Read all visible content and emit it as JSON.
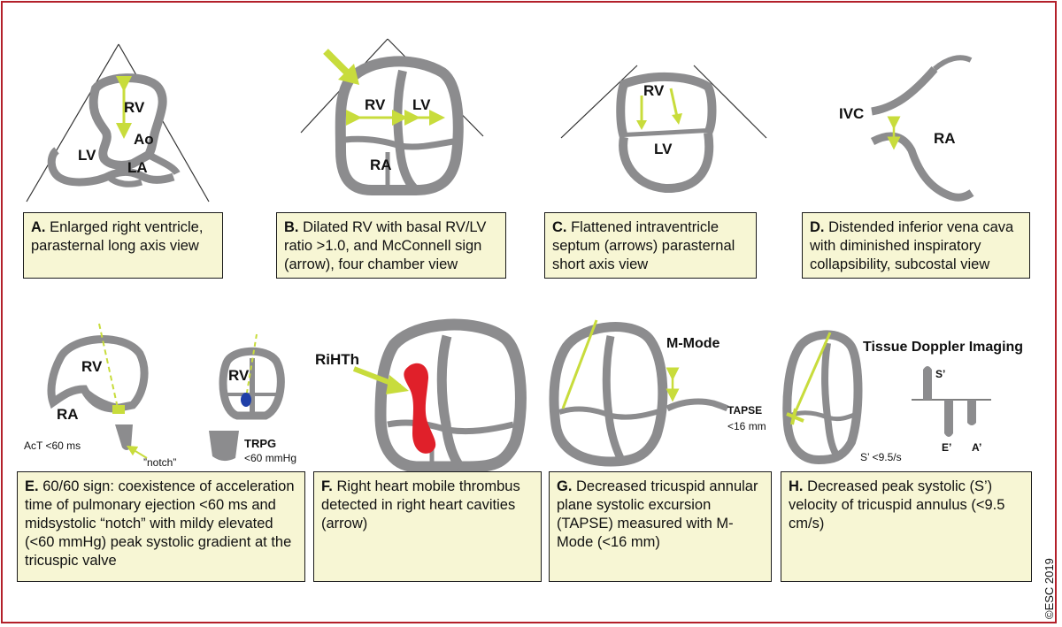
{
  "colors": {
    "wall": "#8c8c8e",
    "arrow": "#c8dc3c",
    "caption_bg": "#f7f6d4",
    "frame": "#b3202a",
    "thrombus": "#e0202a",
    "doppler_jet": "#1f3fa8"
  },
  "panels": {
    "a": {
      "letter": "A.",
      "text": "Enlarged right ventricle, parasternal long axis view",
      "labels": {
        "rv": "RV",
        "ao": "Ao",
        "lv": "LV",
        "la": "LA"
      }
    },
    "b": {
      "letter": "B.",
      "text": "Dilated RV with basal RV/LV ratio >1.0, and McConnell sign (arrow), four chamber view",
      "labels": {
        "rv": "RV",
        "lv": "LV",
        "ra": "RA"
      }
    },
    "c": {
      "letter": "C.",
      "text": "Flattened intraventricle septum (arrows) parasternal short axis view",
      "labels": {
        "rv": "RV",
        "lv": "LV"
      }
    },
    "d": {
      "letter": "D.",
      "text": "Distended inferior vena cava with diminished inspiratory collapsibility, subcostal view",
      "labels": {
        "ivc": "IVC",
        "ra": "RA"
      }
    },
    "e": {
      "letter": "E.",
      "text": "60/60 sign: coexistence of acceleration time of pulmonary ejection <60 ms and midsystolic “notch” with mildy elevated (<60 mmHg) peak systolic gradient at the tricuspic valve",
      "labels": {
        "rv1": "RV",
        "ra": "RA",
        "act": "AcT <60 ms",
        "notch": "”notch”",
        "rv2": "RV",
        "trpg": "TRPG",
        "trpg_val": "<60 mmHg"
      }
    },
    "f": {
      "letter": "F.",
      "text": "Right heart mobile thrombus detected in right heart cavities (arrow)",
      "labels": {
        "rihth": "RiHTh"
      }
    },
    "g": {
      "letter": "G.",
      "text": "Decreased tricuspid annular plane systolic excursion (TAPSE) measured with M-Mode (<16 mm)",
      "labels": {
        "mmode": "M-Mode",
        "tapse": "TAPSE",
        "tapse_val": "<16 mm"
      }
    },
    "h": {
      "letter": "H.",
      "text": "Decreased peak systolic (S’) velocity of tricuspid annulus (<9.5 cm/s)",
      "labels": {
        "tdi": "Tissue Doppler Imaging",
        "s": "S’",
        "e": "E’",
        "a": "A’",
        "s_val": "S’ <9.5/s"
      }
    }
  },
  "copyright": "©ESC 2019"
}
